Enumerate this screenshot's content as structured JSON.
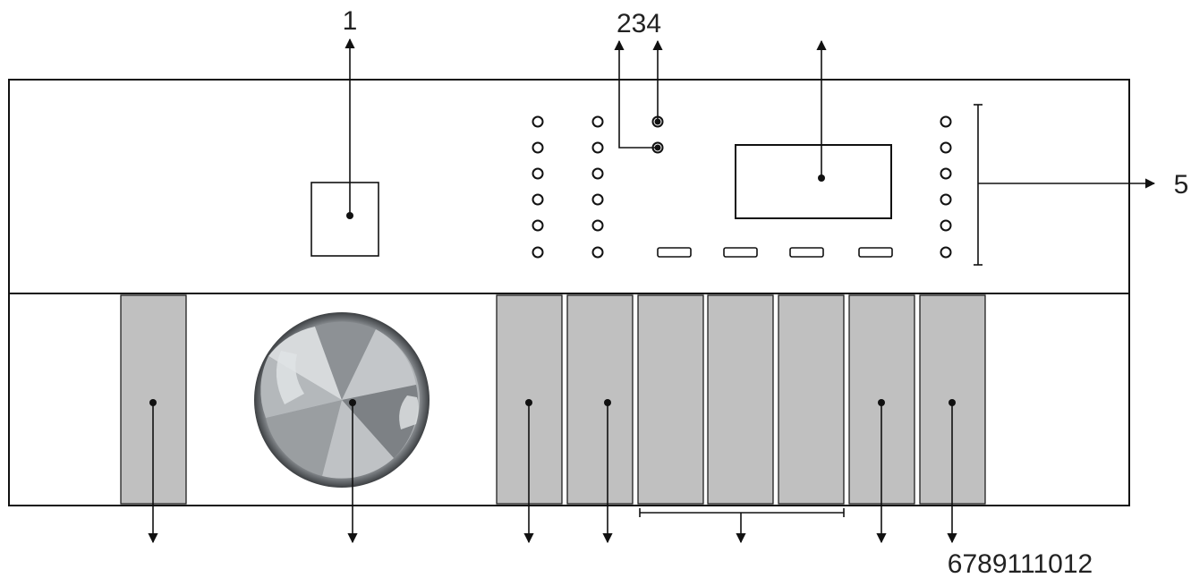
{
  "callouts": {
    "label_1": "1",
    "label_234": "234",
    "label_5": "5",
    "label_bottom": "6789111012"
  },
  "colors": {
    "panel_fill": "#ffffff",
    "outline": "#111111",
    "button_gray": "#c0c0c0",
    "knob_metal": "#a9adb0"
  },
  "icons": {
    "indicator": "indicator-led-icon",
    "knob": "program-selector-knob-icon"
  }
}
